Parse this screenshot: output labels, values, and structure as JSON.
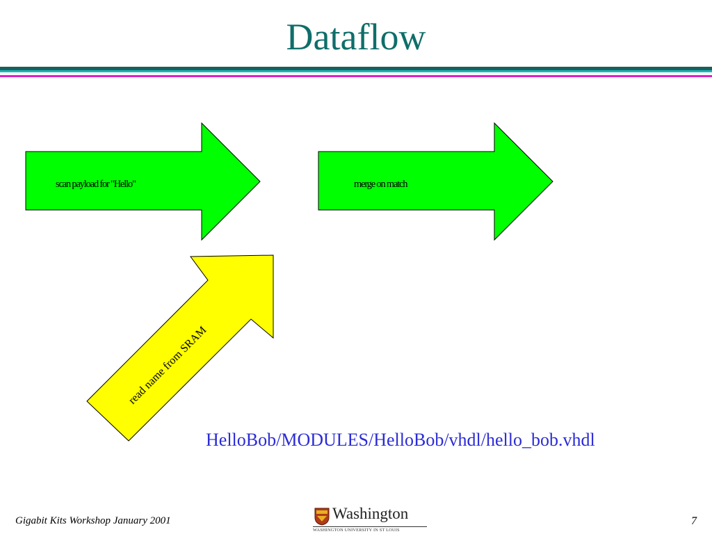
{
  "slide": {
    "title": "Dataflow",
    "colors": {
      "title": "#0f6e6a",
      "rule_dark": "#1c5e5c",
      "rule_teal": "#18b8b8",
      "rule_magenta": "#e020c8"
    }
  },
  "diagram": {
    "arrows": [
      {
        "label": "scan payload for \"Hello\"",
        "color": "#00ff00"
      },
      {
        "label": "merge on match",
        "color": "#00ff00"
      },
      {
        "label": "read name from SRAM",
        "color": "#ffff00"
      }
    ]
  },
  "source_path": "HelloBob/MODULES/HelloBob/vhdl/hello_bob.vhdl",
  "footer": {
    "workshop": "Gigabit Kits Workshop January 2001",
    "page_number": "7",
    "logo": {
      "word": "Washington",
      "subtitle": "WASHINGTON UNIVERSITY IN ST LOUIS",
      "icon": "university-shield-icon"
    }
  }
}
